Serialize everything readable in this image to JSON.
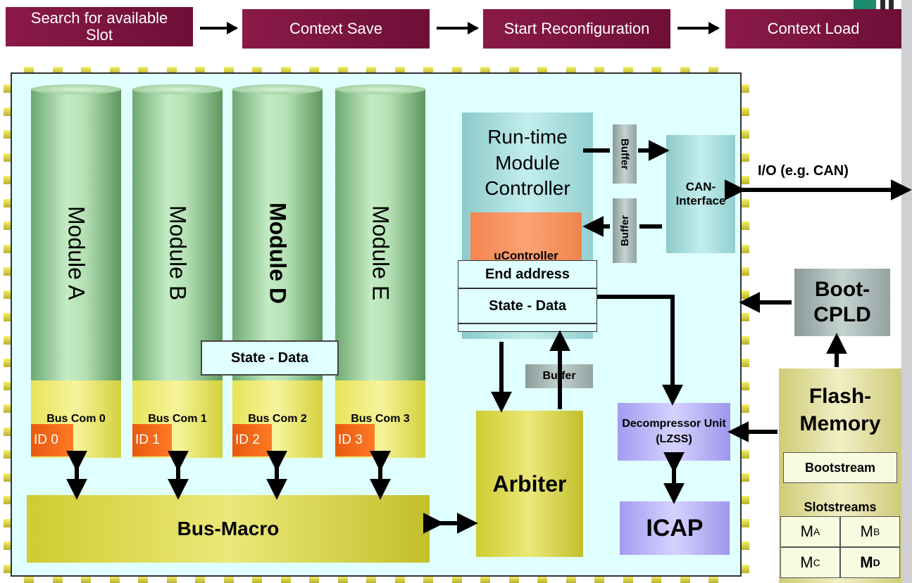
{
  "flow": {
    "step1": "Search for available Slot",
    "step2": "Context Save",
    "step3": "Start Reconfiguration",
    "step4": "Context Load"
  },
  "modules": [
    {
      "label": "Module A",
      "bus": "Bus Com 0",
      "id": "ID 0",
      "bold": false
    },
    {
      "label": "Module B",
      "bus": "Bus Com 1",
      "id": "ID 1",
      "bold": false
    },
    {
      "label": "Module D",
      "bus": "Bus Com 2",
      "id": "ID 2",
      "bold": true
    },
    {
      "label": "Module E",
      "bus": "Bus Com 3",
      "id": "ID 3",
      "bold": false
    }
  ],
  "module_state": "State - Data",
  "controller": {
    "title": "Run-time Module Controller",
    "ucontroller": "uController",
    "end_address": "End address",
    "state_data": "State - Data"
  },
  "buffers": {
    "top": "Buffer",
    "middle": "Buffer",
    "bottom": "Buffer"
  },
  "can": "CAN-Interface",
  "io_label": "I/O (e.g. CAN)",
  "boot_cpld": "Boot-CPLD",
  "flash": {
    "title": "Flash-Memory",
    "bootstream": "Bootstream",
    "slotstreams": "Slotstreams",
    "slots": [
      {
        "main": "M",
        "sub": "A",
        "bold": false
      },
      {
        "main": "M",
        "sub": "B",
        "bold": false
      },
      {
        "main": "M",
        "sub": "C",
        "bold": false
      },
      {
        "main": "M",
        "sub": "D",
        "bold": true
      }
    ]
  },
  "decompressor": "Decompressor Unit (LZSS)",
  "icap": "ICAP",
  "arbiter": "Arbiter",
  "bus_macro": "Bus-Macro",
  "colors": {
    "step": "#7a1440",
    "chip": "#e0ffff",
    "module_green": "#a8d8a8",
    "bus_yellow": "#e8e55a",
    "id_orange": "#f06a1a",
    "ucontroller_orange": "#f79460",
    "teal": "#a8dcdc",
    "buffer_grey": "#a9b8b6",
    "purple": "#c4bdf8",
    "flash": "#e4e1a0"
  }
}
